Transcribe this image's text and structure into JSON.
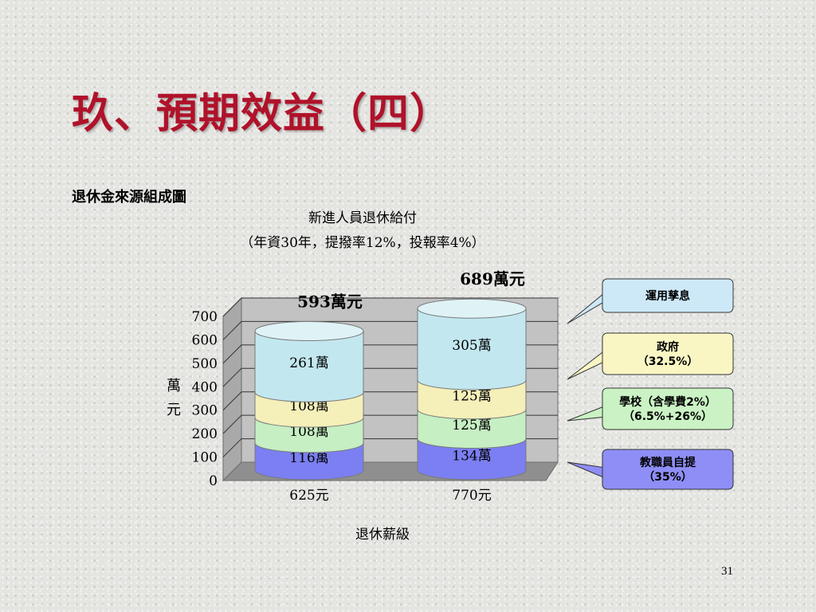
{
  "slide": {
    "title": "玖、預期效益（四）",
    "section_label": "退休金來源組成圖",
    "page_number": "31"
  },
  "chart_data": {
    "type": "bar",
    "stacked": true,
    "title": "新進人員退休給付",
    "subtitle": "（年資30年，提撥率12%，投報率4%）",
    "xlabel": "退休薪級",
    "ylabel": "萬元",
    "categories": [
      "625元",
      "770元"
    ],
    "ylim": [
      0,
      700
    ],
    "yticks": [
      0,
      100,
      200,
      300,
      400,
      500,
      600,
      700
    ],
    "totals": [
      "593萬元",
      "689萬元"
    ],
    "series": [
      {
        "name": "教職員自提（35%）",
        "values": [
          116,
          134
        ],
        "labels": [
          "116萬",
          "134萬"
        ],
        "color": "#7b7ff2"
      },
      {
        "name": "學校（含學費2%）（6.5%+26%）",
        "values": [
          108,
          125
        ],
        "labels": [
          "108萬",
          "125萬"
        ],
        "color": "#c6efc3"
      },
      {
        "name": "政府（32.5%）",
        "values": [
          108,
          125
        ],
        "labels": [
          "108萬",
          "125萬"
        ],
        "color": "#f5efb9"
      },
      {
        "name": "運用孳息",
        "values": [
          261,
          305
        ],
        "labels": [
          "261萬",
          "305萬"
        ],
        "color": "#c2e7ef"
      }
    ],
    "legend_position": "right",
    "legend_callouts": [
      {
        "lines": [
          "運用孳息"
        ],
        "fill": "#cde9f8",
        "series": 3
      },
      {
        "lines": [
          "政府",
          "（32.5%）"
        ],
        "fill": "#faf6c4",
        "series": 2
      },
      {
        "lines": [
          "學校（含學費2%）",
          "（6.5%+26%）"
        ],
        "fill": "#caf2c4",
        "series": 1
      },
      {
        "lines": [
          "教職員自提",
          "（35%）"
        ],
        "fill": "#8e8ef6",
        "series": 0
      }
    ],
    "grid": true
  }
}
